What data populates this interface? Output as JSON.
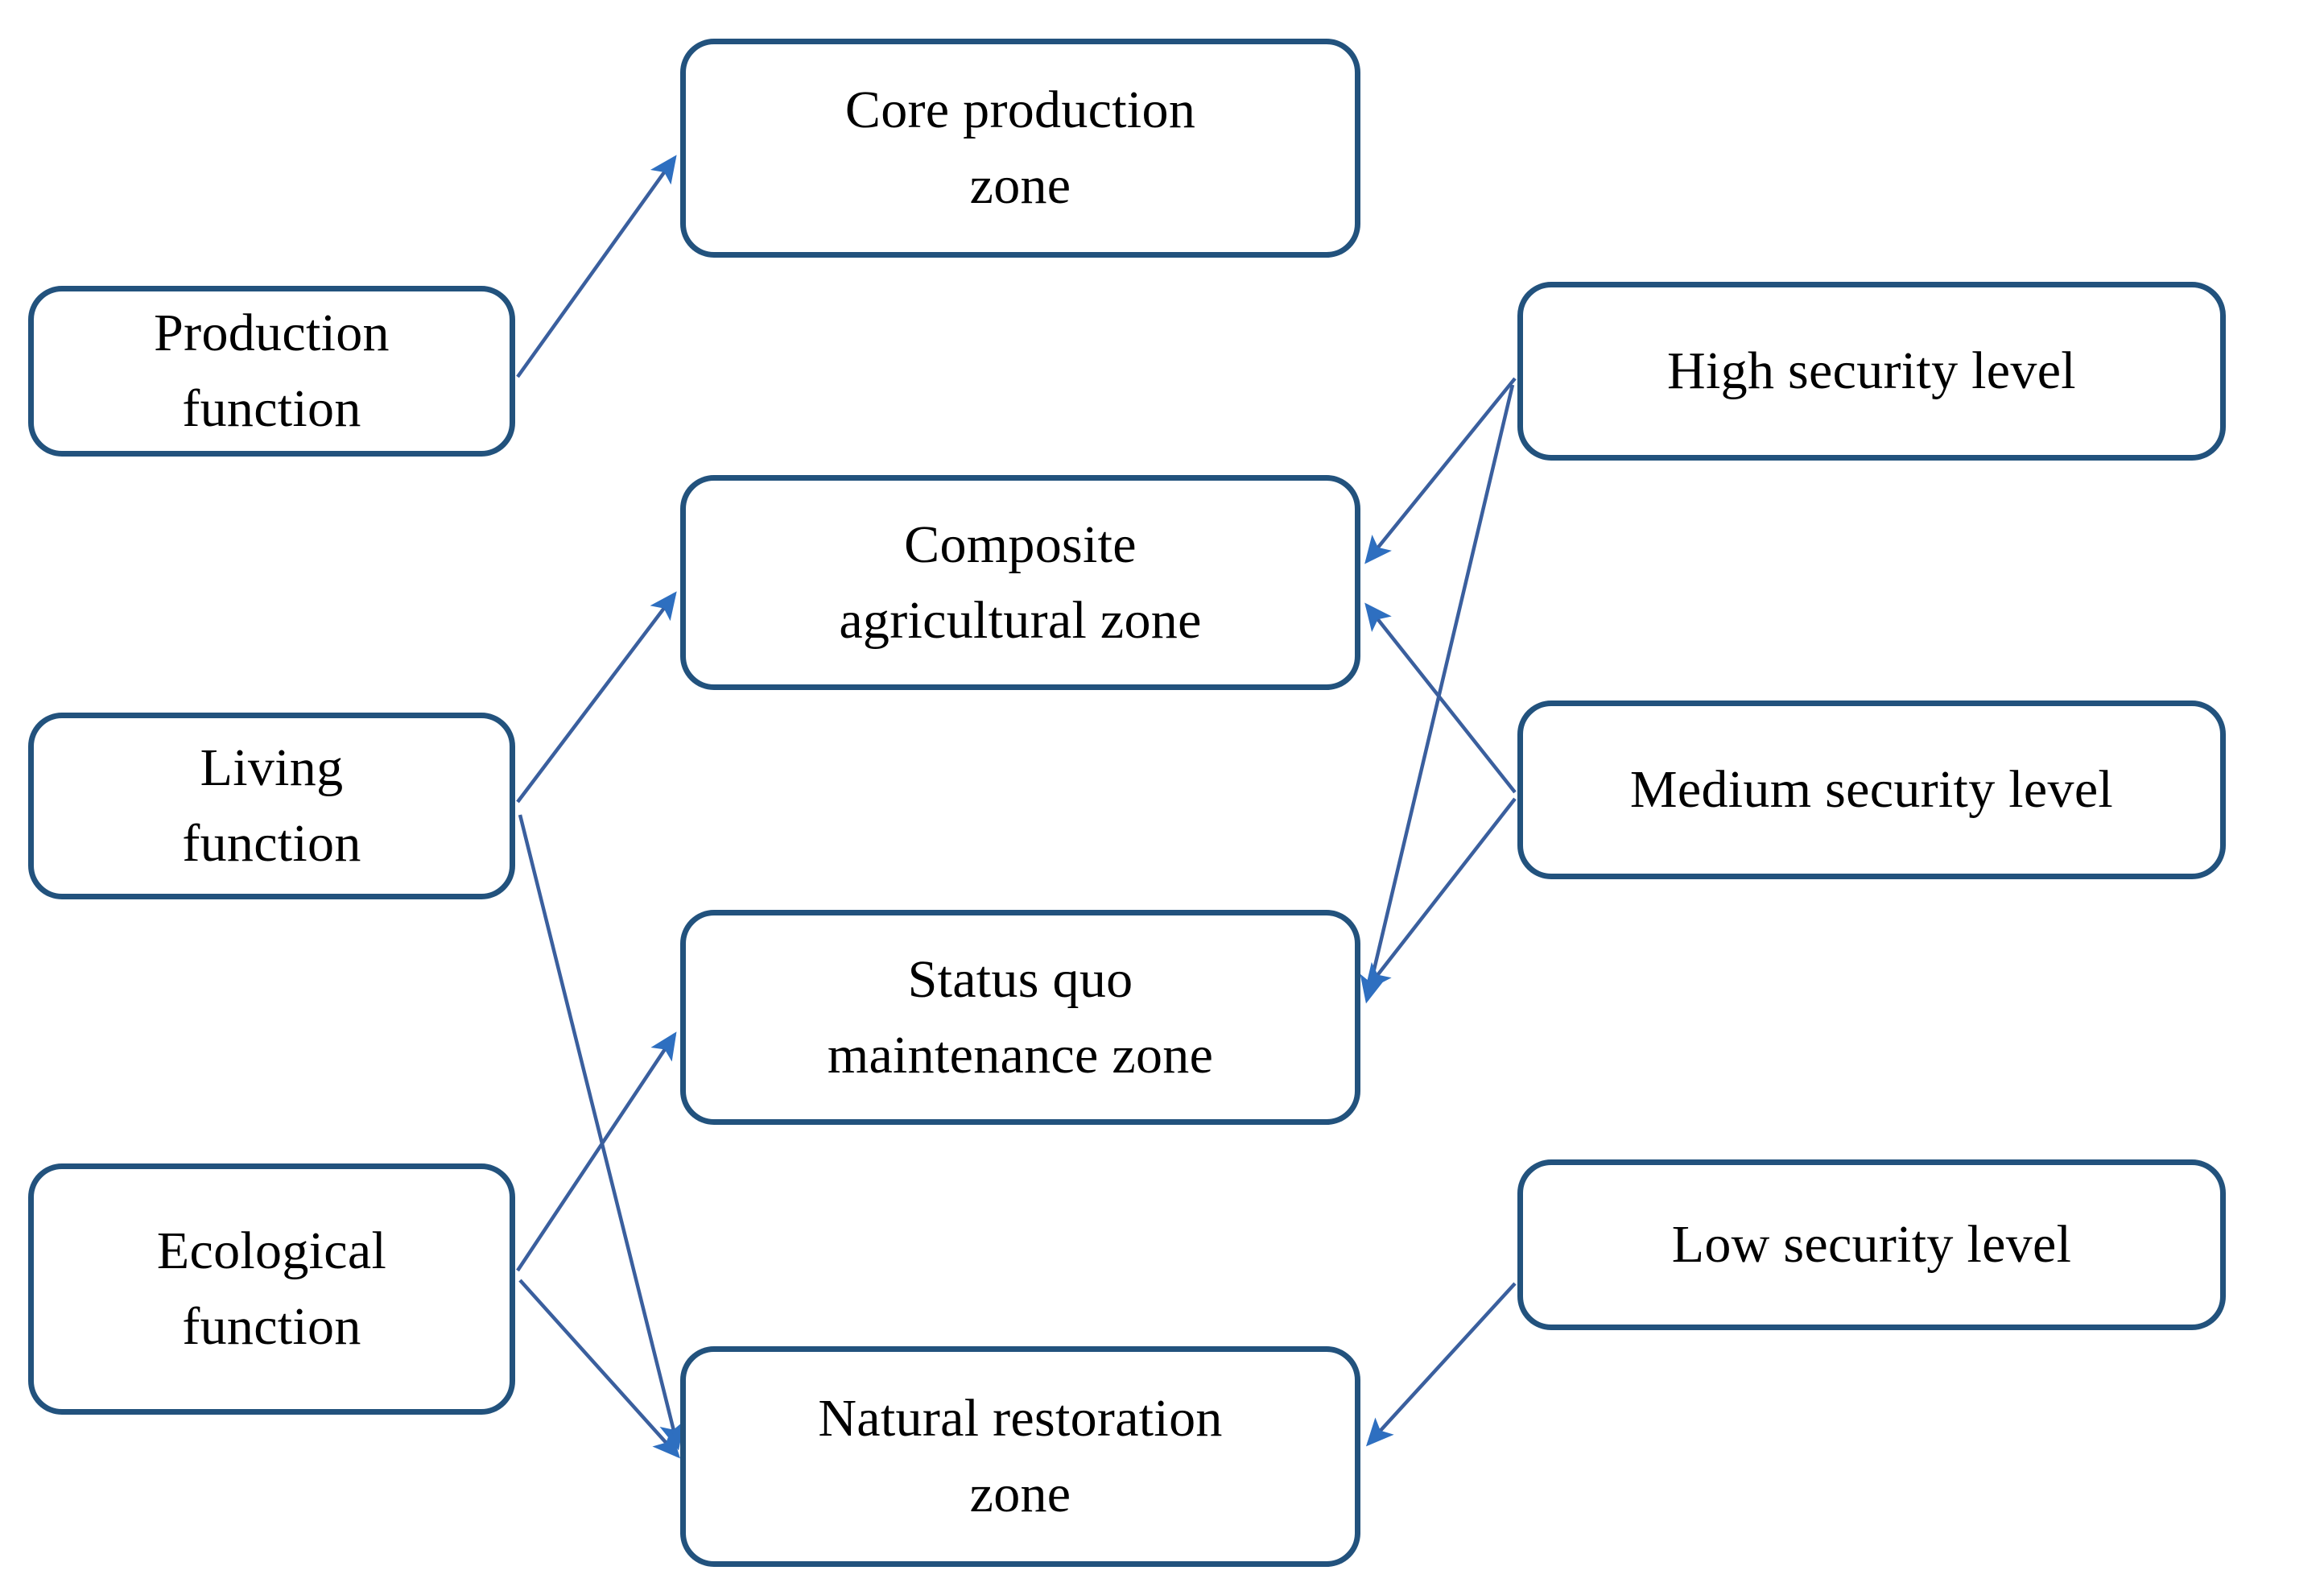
{
  "diagram": {
    "title": "Territorial function to zoning classification mapping",
    "colors": {
      "node_border": "#22527D",
      "node_fill": "#FFFFFF",
      "node_text": "#000000",
      "edge_line": "#3A5F9E",
      "arrow_head": "#2E6FC0",
      "background": "#FFFFFF"
    },
    "columns": {
      "left_title": "",
      "middle_title": "",
      "right_title": ""
    },
    "nodes": [
      {
        "id": "production-function",
        "label": "Production\nfunction",
        "column": "left"
      },
      {
        "id": "living-function",
        "label": "Living\nfunction",
        "column": "left"
      },
      {
        "id": "ecological-function",
        "label": "Ecological\nfunction",
        "column": "left"
      },
      {
        "id": "core-production-zone",
        "label": "Core production\nzone",
        "column": "middle"
      },
      {
        "id": "composite-agricultural-zone",
        "label": "Composite\nagricultural zone",
        "column": "middle"
      },
      {
        "id": "status-quo-maintenance-zone",
        "label": "Status quo\nmaintenance zone",
        "column": "middle"
      },
      {
        "id": "natural-restoration-zone",
        "label": "Natural restoration\nzone",
        "column": "middle"
      },
      {
        "id": "high-security-level",
        "label": "High security level",
        "column": "right"
      },
      {
        "id": "medium-security-level",
        "label": "Medium security level",
        "column": "right"
      },
      {
        "id": "low-security-level",
        "label": "Low security level",
        "column": "right"
      }
    ],
    "edges": [
      {
        "id": "edge-production-to-core",
        "from": "production-function",
        "to": "core-production-zone",
        "arrow": "end"
      },
      {
        "id": "edge-living-to-composite",
        "from": "living-function",
        "to": "composite-agricultural-zone",
        "arrow": "end"
      },
      {
        "id": "edge-living-to-natural",
        "from": "living-function",
        "to": "natural-restoration-zone",
        "arrow": "end"
      },
      {
        "id": "edge-ecological-to-statusquo",
        "from": "ecological-function",
        "to": "status-quo-maintenance-zone",
        "arrow": "end"
      },
      {
        "id": "edge-ecological-to-natural",
        "from": "ecological-function",
        "to": "natural-restoration-zone",
        "arrow": "end"
      },
      {
        "id": "edge-high-to-composite",
        "from": "high-security-level",
        "to": "composite-agricultural-zone",
        "arrow": "end"
      },
      {
        "id": "edge-high-to-statusquo",
        "from": "high-security-level",
        "to": "status-quo-maintenance-zone",
        "arrow": "end"
      },
      {
        "id": "edge-medium-to-composite",
        "from": "medium-security-level",
        "to": "composite-agricultural-zone",
        "arrow": "end"
      },
      {
        "id": "edge-medium-to-statusquo",
        "from": "medium-security-level",
        "to": "status-quo-maintenance-zone",
        "arrow": "end"
      },
      {
        "id": "edge-low-to-natural",
        "from": "low-security-level",
        "to": "natural-restoration-zone",
        "arrow": "end"
      }
    ],
    "node_labels": {
      "production_function": "Production\nfunction",
      "living_function": "Living\nfunction",
      "ecological_function": "Ecological\nfunction",
      "core_production_zone": "Core production\nzone",
      "composite_agricultural_zone": "Composite\nagricultural zone",
      "status_quo_maintenance_zone": "Status quo\nmaintenance zone",
      "natural_restoration_zone": "Natural restoration\nzone",
      "high_security_level": "High security level",
      "medium_security_level": "Medium security level",
      "low_security_level": "Low security level"
    }
  }
}
